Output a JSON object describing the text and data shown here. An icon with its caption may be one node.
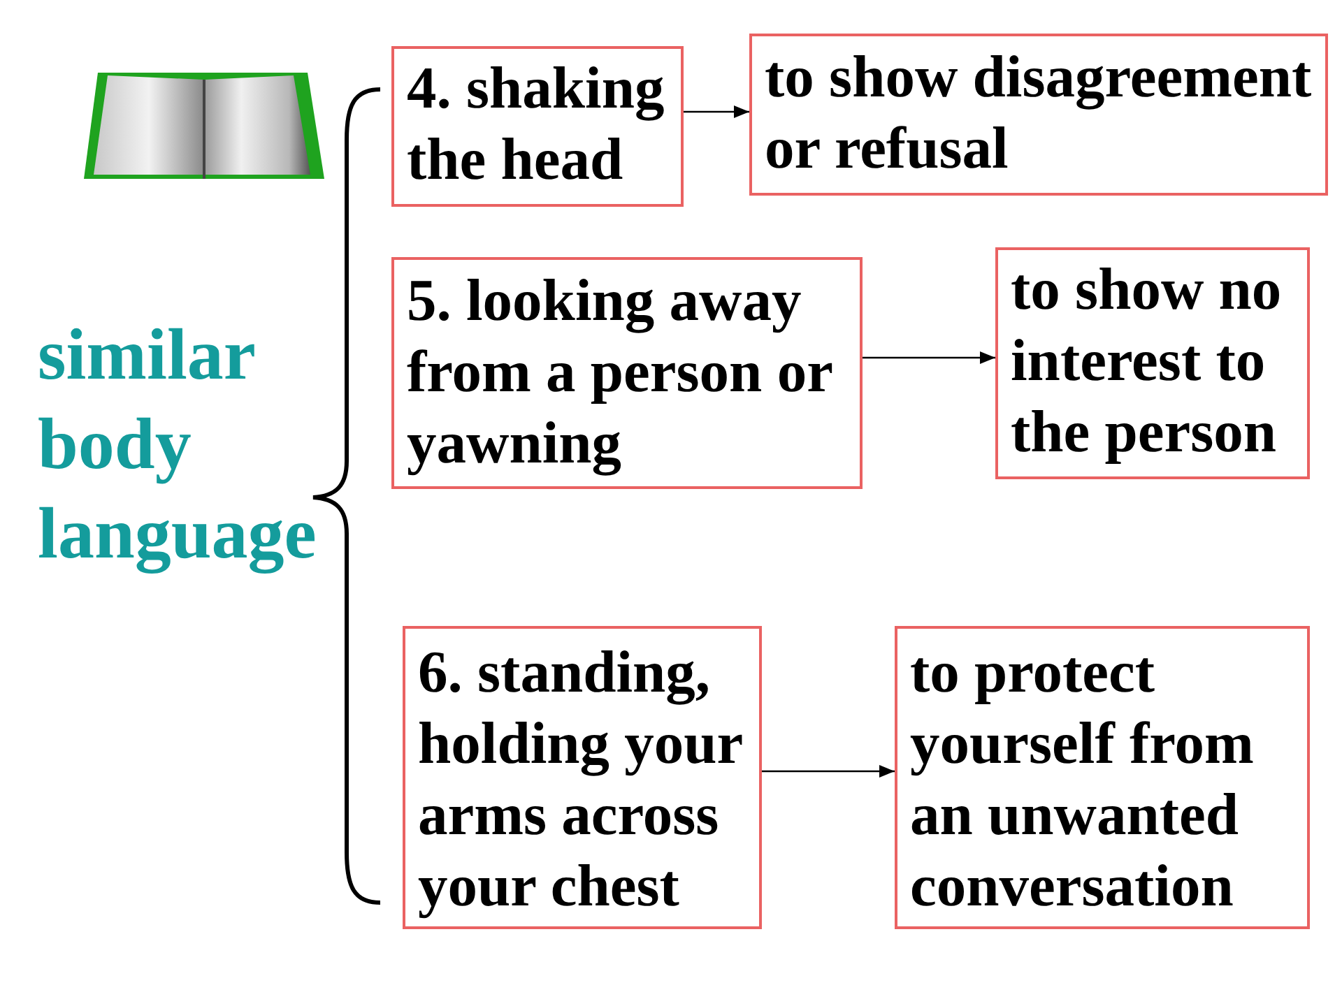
{
  "diagram": {
    "nodes": [
      {
        "text": [
          "4. shaking the head"
        ]
      },
      {
        "text": [
          "to show disagreement or refusal"
        ]
      },
      {
        "text": [
          "5. looking away from a person or yawning"
        ]
      },
      {
        "text": [
          "to show no interest to the person"
        ]
      },
      {
        "text": [
          "6. standing, holding your arms across your chest"
        ]
      },
      {
        "text": [
          "to protect yourself from an unwanted conversation"
        ]
      }
    ],
    "edges": [
      {
        "from": 0,
        "to": 1,
        "arrow": "to"
      },
      {
        "from": 2,
        "to": 3,
        "arrow": "to"
      },
      {
        "from": 4,
        "to": 5,
        "arrow": "to"
      }
    ],
    "labels": [
      "similar body language"
    ]
  }
}
